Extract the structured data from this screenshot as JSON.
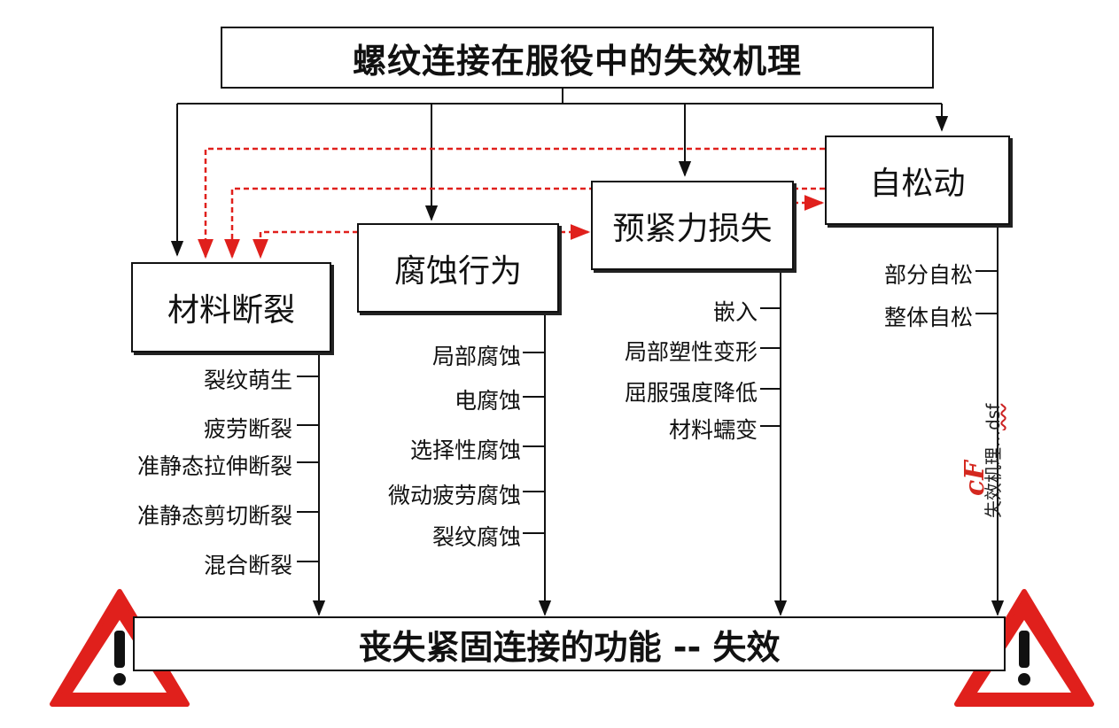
{
  "title": "螺纹连接在服役中的失效机理",
  "categories": {
    "fracture": "材料断裂",
    "corrosion": "腐蚀行为",
    "preload": "预紧力损失",
    "loosening": "自松动"
  },
  "fracture_items": [
    "裂纹萌生",
    "疲劳断裂",
    "准静态拉伸断裂",
    "准静态剪切断裂",
    "混合断裂"
  ],
  "corrosion_items": [
    "局部腐蚀",
    "电腐蚀",
    "选择性腐蚀",
    "微动疲劳腐蚀",
    "裂纹腐蚀"
  ],
  "preload_items": [
    "嵌入",
    "局部塑性变形",
    "屈服强度降低",
    "材料蠕变"
  ],
  "loosening_items": [
    "部分自松",
    "整体自松"
  ],
  "result": "丧失紧固连接的功能 -- 失效",
  "watermark": {
    "text": "失效机理...",
    "ext": "dsf",
    "logo": "cF"
  },
  "colors": {
    "line": "#111111",
    "dashed": "#e0201c",
    "warning_fill": "#e0201c",
    "warning_inner": "#ffffff"
  }
}
